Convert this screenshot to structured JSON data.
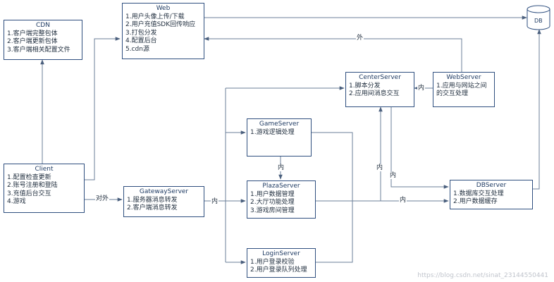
{
  "nodes": {
    "cdn": {
      "title": "CDN",
      "lines": [
        "1.客户端完整包体",
        "2.客户端更新包体",
        "3.客户端相关配置文件"
      ]
    },
    "web": {
      "title": "Web",
      "lines": [
        "1.用户头像上传/下载",
        "2.用户充值SDK回传响应",
        "3.打包分发",
        "4.配置后台",
        "5.cdn源"
      ]
    },
    "client": {
      "title": "Client",
      "lines": [
        "1.配置检查更新",
        "2.账号注册和登陆",
        "3.充值后台交互",
        "4.游戏"
      ]
    },
    "gateway": {
      "title": "GatewayServer",
      "lines": [
        "1.服务器消息转发",
        "2.客户端消息转发"
      ]
    },
    "center": {
      "title": "CenterServer",
      "lines": [
        "1.脚本分发",
        "2.应用间消息交互"
      ]
    },
    "webserver": {
      "title": "WebServer",
      "lines": [
        "1.应用与网站之间",
        "的交互处理"
      ]
    },
    "game": {
      "title": "GameServer",
      "lines": [
        "1.游戏逻辑处理"
      ]
    },
    "plaza": {
      "title": "PlazaServer",
      "lines": [
        "1.用户数据管理",
        "2.大厅功能处理",
        "3.游戏房间管理"
      ]
    },
    "login": {
      "title": "LoginServer",
      "lines": [
        "1.用户登录校验",
        "2.用户登录队列处理"
      ]
    },
    "dbserver": {
      "title": "DBServer",
      "lines": [
        "1.数据库交互处理",
        "2.用户数据缓存"
      ]
    },
    "db": {
      "title": "DB"
    }
  },
  "edge_labels": {
    "outer_web": "外",
    "inner_webserver_center": "内",
    "inner_game_plaza": "内",
    "inner_center_down": "内",
    "inner_center_dbserver": "内",
    "external_client_gateway": "对外",
    "inner_gateway_bus": "内",
    "inner_plaza_dbserver": "内"
  },
  "watermark": "https://blog.csdn.net/sinat_23144550441",
  "colors": {
    "line": "#6b7f99",
    "border": "#2f4f7f"
  }
}
